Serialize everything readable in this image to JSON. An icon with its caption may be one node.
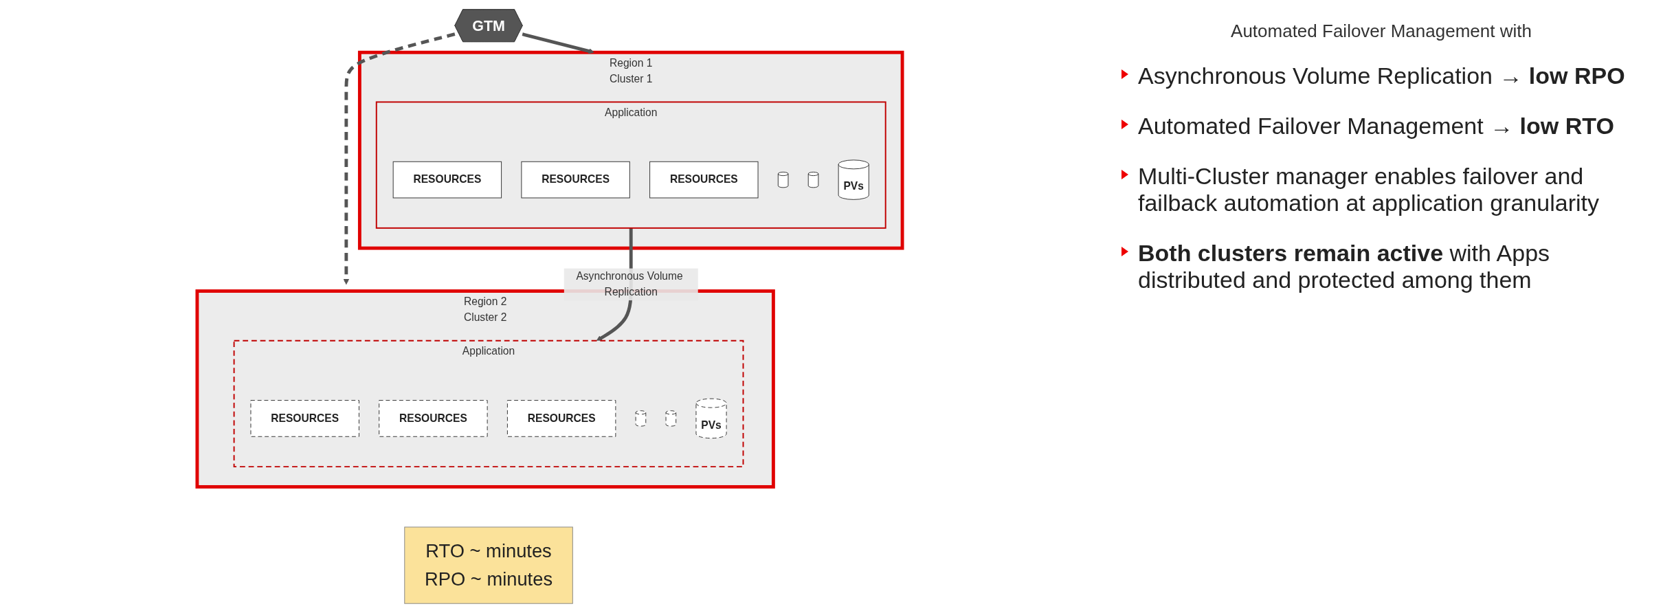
{
  "diagram": {
    "nodes": [
      {
        "text": [
          "GTM"
        ]
      },
      {
        "text": [
          "Region 1",
          "Cluster 1"
        ]
      },
      {
        "text": [
          "Application"
        ],
        "in": 1
      },
      {
        "text": [
          "RESOURCES"
        ],
        "in": 2
      },
      {
        "text": [
          "RESOURCES"
        ],
        "in": 2
      },
      {
        "text": [
          "RESOURCES"
        ],
        "in": 2
      },
      {
        "text": [],
        "shape": "cylinder",
        "in": 2
      },
      {
        "text": [],
        "shape": "cylinder",
        "in": 2
      },
      {
        "text": [
          "PVs"
        ],
        "in": 2
      },
      {
        "text": [
          "Region 2",
          "Cluster 2"
        ]
      },
      {
        "text": [
          "Application"
        ],
        "in": 9
      },
      {
        "text": [
          "RESOURCES"
        ],
        "in": 10
      },
      {
        "text": [
          "RESOURCES"
        ],
        "in": 10
      },
      {
        "text": [
          "RESOURCES"
        ],
        "in": 10
      },
      {
        "text": [],
        "shape": "cylinder",
        "in": 10
      },
      {
        "text": [],
        "shape": "cylinder",
        "in": 10
      },
      {
        "text": [
          "PVs"
        ],
        "in": 10
      },
      {
        "text": [
          "RTO ~ minutes",
          "RPO ~ minutes"
        ]
      }
    ],
    "edges": [
      {
        "from": 0,
        "to": 1,
        "arrow": "to"
      },
      {
        "from": 0,
        "to": 9,
        "arrow": "to",
        "style": "dashed"
      },
      {
        "from": 2,
        "to": 10,
        "arrow": "to",
        "label": "Asynchronous Volume Replication"
      }
    ],
    "labels": [
      "Automated Failover Management with",
      "Asynchronous Volume Replication → **low RPO**",
      "Automated Failover Management → **low RTO**",
      "Multi-Cluster manager enables failover and failback automation at application granularity",
      "**Both clusters remain active** with Apps distributed and protected among them"
    ]
  }
}
